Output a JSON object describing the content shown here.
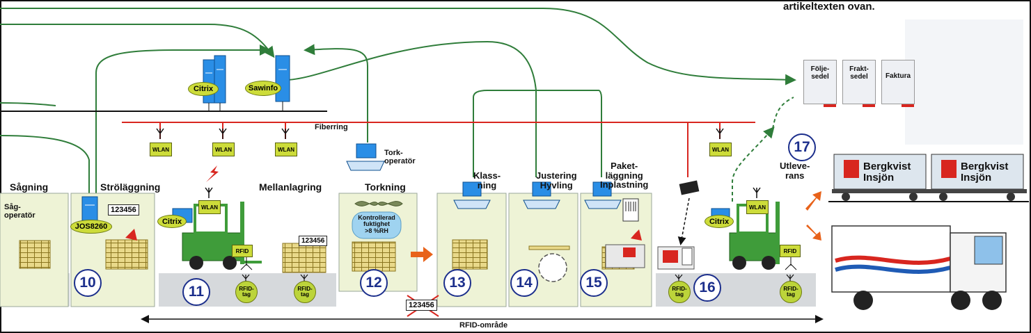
{
  "header_note": "artikeltexten ovan.",
  "network": {
    "fiber_label": "Fiberring",
    "wlan_label": "WLAN"
  },
  "servers": {
    "citrix": "Citrix",
    "sawinfo": "Sawinfo"
  },
  "tork_operator": "Tork-\noperatör",
  "stations": {
    "sagning": "Sågning",
    "sag_operator": "Såg-\noperatör",
    "strolaggning": "Ströläggning",
    "jos_label": "JOS8260",
    "board_id": "123456",
    "mellanlagring": "Mellanlagring",
    "torkning": "Torkning",
    "kontroll": "Kontrollerad\nfuktighet\n>8 %RH",
    "klassning": "Klass-\nning",
    "justering": "Justering\nHyvling",
    "paket": "Paket-\nläggning\nInplastning",
    "utleverans": "Utleve-\nrans"
  },
  "numbers": [
    "10",
    "11",
    "12",
    "13",
    "14",
    "15",
    "16",
    "17"
  ],
  "rfid": {
    "tag": "RFID-\ntag",
    "reader": "RFID",
    "area": "RFID-område"
  },
  "documents": [
    "Följe-\nsedel",
    "Frakt-\nsedel",
    "Faktura"
  ],
  "company": "Bergkvist\nInsjön",
  "colors": {
    "green": "#2f7d3a",
    "red": "#d8261f",
    "blue": "#1f7fd8",
    "lime": "#cddc3a",
    "navy": "#1c2f8c",
    "orange": "#e8621a",
    "gray": "#d6d9dc"
  }
}
